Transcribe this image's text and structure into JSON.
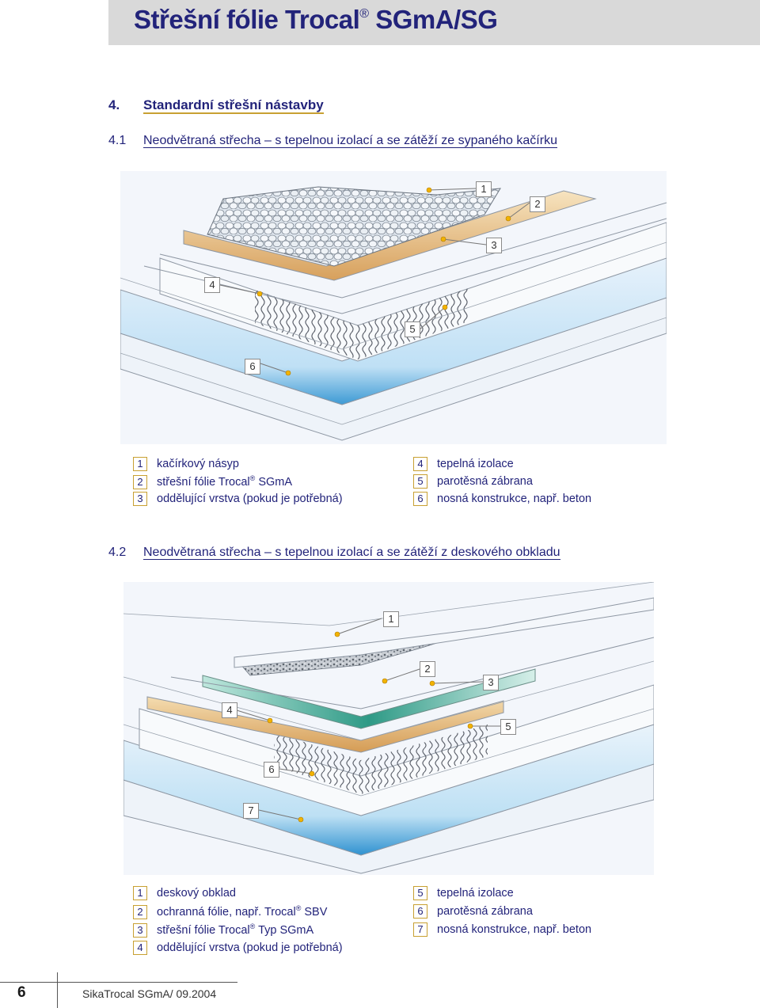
{
  "header": {
    "title_main": "Střešní fólie Trocal",
    "title_reg": "®",
    "title_tail": " SGmA/SG"
  },
  "section4": {
    "num": "4.",
    "title": "Standardní střešní nástavby"
  },
  "section41": {
    "num": "4.1",
    "title": "Neodvětraná střecha – s tepelnou izolací a se zátěží ze sypaného kačírku"
  },
  "section42": {
    "num": "4.2",
    "title": "Neodvětraná střecha – s tepelnou izolací a se zátěží z deskového obkladu"
  },
  "figure1": {
    "callouts": [
      "1",
      "2",
      "3",
      "4",
      "5",
      "6"
    ],
    "legend_left": [
      {
        "n": "1",
        "text": "kačírkový násyp"
      },
      {
        "n": "2",
        "text": "střešní fólie Trocal",
        "sup": "®",
        "tail": " SGmA"
      },
      {
        "n": "3",
        "text": "oddělující vrstva (pokud je potřebná)"
      }
    ],
    "legend_right": [
      {
        "n": "4",
        "text": "tepelná izolace"
      },
      {
        "n": "5",
        "text": "parotěsná zábrana"
      },
      {
        "n": "6",
        "text": "nosná konstrukce, např. beton"
      }
    ]
  },
  "figure2": {
    "callouts": [
      "1",
      "2",
      "3",
      "4",
      "5",
      "6",
      "7"
    ],
    "legend_left": [
      {
        "n": "1",
        "text": "deskový obklad"
      },
      {
        "n": "2",
        "text": "ochranná fólie, např. Trocal",
        "sup": "®",
        "tail": " SBV"
      },
      {
        "n": "3",
        "text": "střešní fólie Trocal",
        "sup": "®",
        "tail": " Typ SGmA"
      },
      {
        "n": "4",
        "text": "oddělující vrstva (pokud je potřebná)"
      }
    ],
    "legend_right": [
      {
        "n": "5",
        "text": "tepelná izolace"
      },
      {
        "n": "6",
        "text": "parotěsná zábrana"
      },
      {
        "n": "7",
        "text": "nosná konstrukce, např. beton"
      }
    ]
  },
  "footer": {
    "page": "6",
    "text": "SikaTrocal SGmA/ 09.2004"
  },
  "colors": {
    "navy": "#22237a",
    "gold": "#c8a032",
    "insulation_blue": "#5fa9d8",
    "membrane_green": "#2e9a86",
    "separation_tan": "#d9a460"
  }
}
